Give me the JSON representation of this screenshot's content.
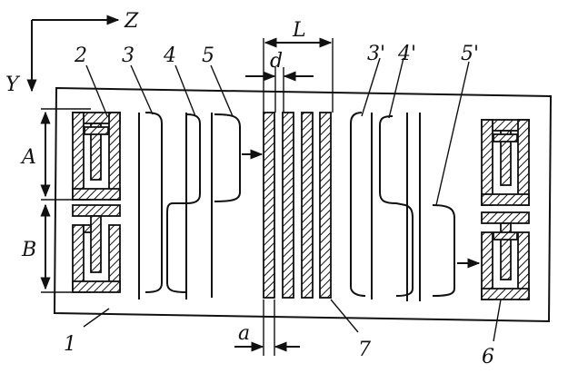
{
  "axes": {
    "z": "Z",
    "y": "Y"
  },
  "dimensions": {
    "L": "L",
    "d": "d",
    "a": "a",
    "A": "A",
    "B": "B"
  },
  "labels": {
    "n1": "1",
    "n2": "2",
    "n3": "3",
    "n4": "4",
    "n5": "5",
    "n3p": "3'",
    "n4p": "4'",
    "n5p": "5'",
    "n6": "6",
    "n7": "7"
  }
}
